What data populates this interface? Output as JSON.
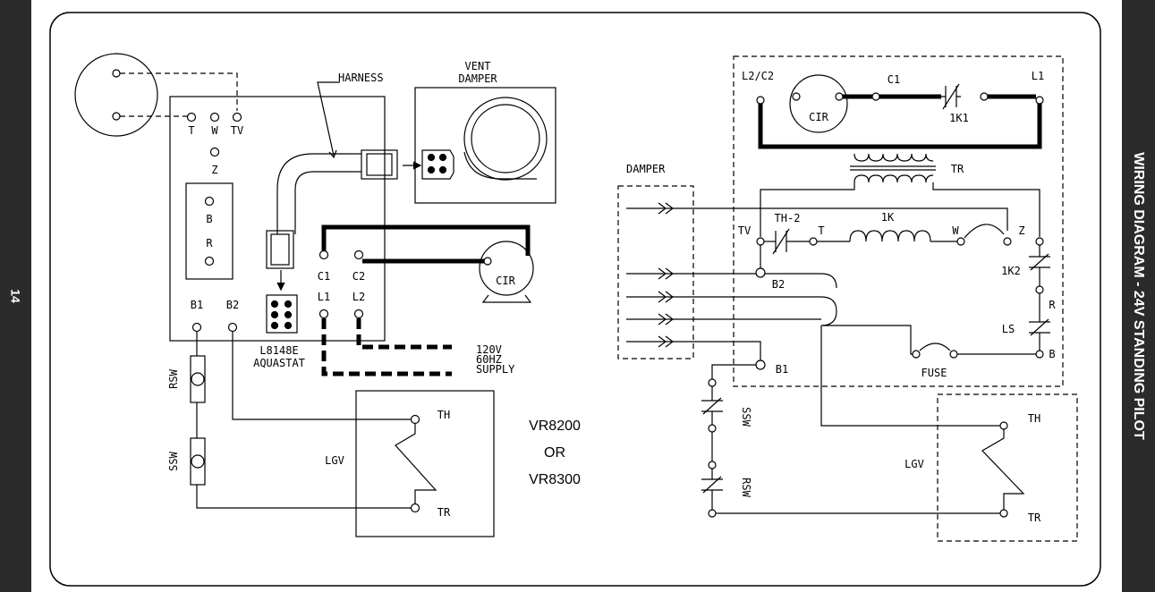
{
  "page_number": "14",
  "side_title": "WIRING DIAGRAM - 24V STANDING PILOT",
  "left_diagram": {
    "labels": {
      "t": "T",
      "w": "W",
      "tv": "TV",
      "z": "Z",
      "b": "B",
      "r": "R",
      "harness": "HARNESS",
      "vent_damper_1": "VENT",
      "vent_damper_2": "DAMPER",
      "c1": "C1",
      "c2": "C2",
      "l1": "L1",
      "l2": "L2",
      "cir": "CIR",
      "b1": "B1",
      "b2": "B2",
      "aquastat_1": "L8148E",
      "aquastat_2": "AQUASTAT",
      "supply_1": "120V",
      "supply_2": "60HZ",
      "supply_3": "SUPPLY",
      "rsw": "RSW",
      "ssw": "SSW",
      "lgv": "LGV",
      "th": "TH",
      "tr": "TR"
    },
    "valve_models": [
      "VR8200",
      "OR",
      "VR8300"
    ]
  },
  "right_diagram": {
    "labels": {
      "damper": "DAMPER",
      "l2c2": "L2/C2",
      "c1": "C1",
      "l1": "L1",
      "cir": "CIR",
      "k1": "1K1",
      "tr": "TR",
      "tv": "TV",
      "th2": "TH-2",
      "t": "T",
      "k": "1K",
      "w": "W",
      "z": "Z",
      "k2": "1K2",
      "b2": "B2",
      "r": "R",
      "ls": "LS",
      "fuse": "FUSE",
      "b": "B",
      "b1": "B1",
      "ssw": "SSW",
      "rsw": "RSW",
      "lgv": "LGV",
      "th": "TH",
      "tr2": "TR"
    }
  }
}
